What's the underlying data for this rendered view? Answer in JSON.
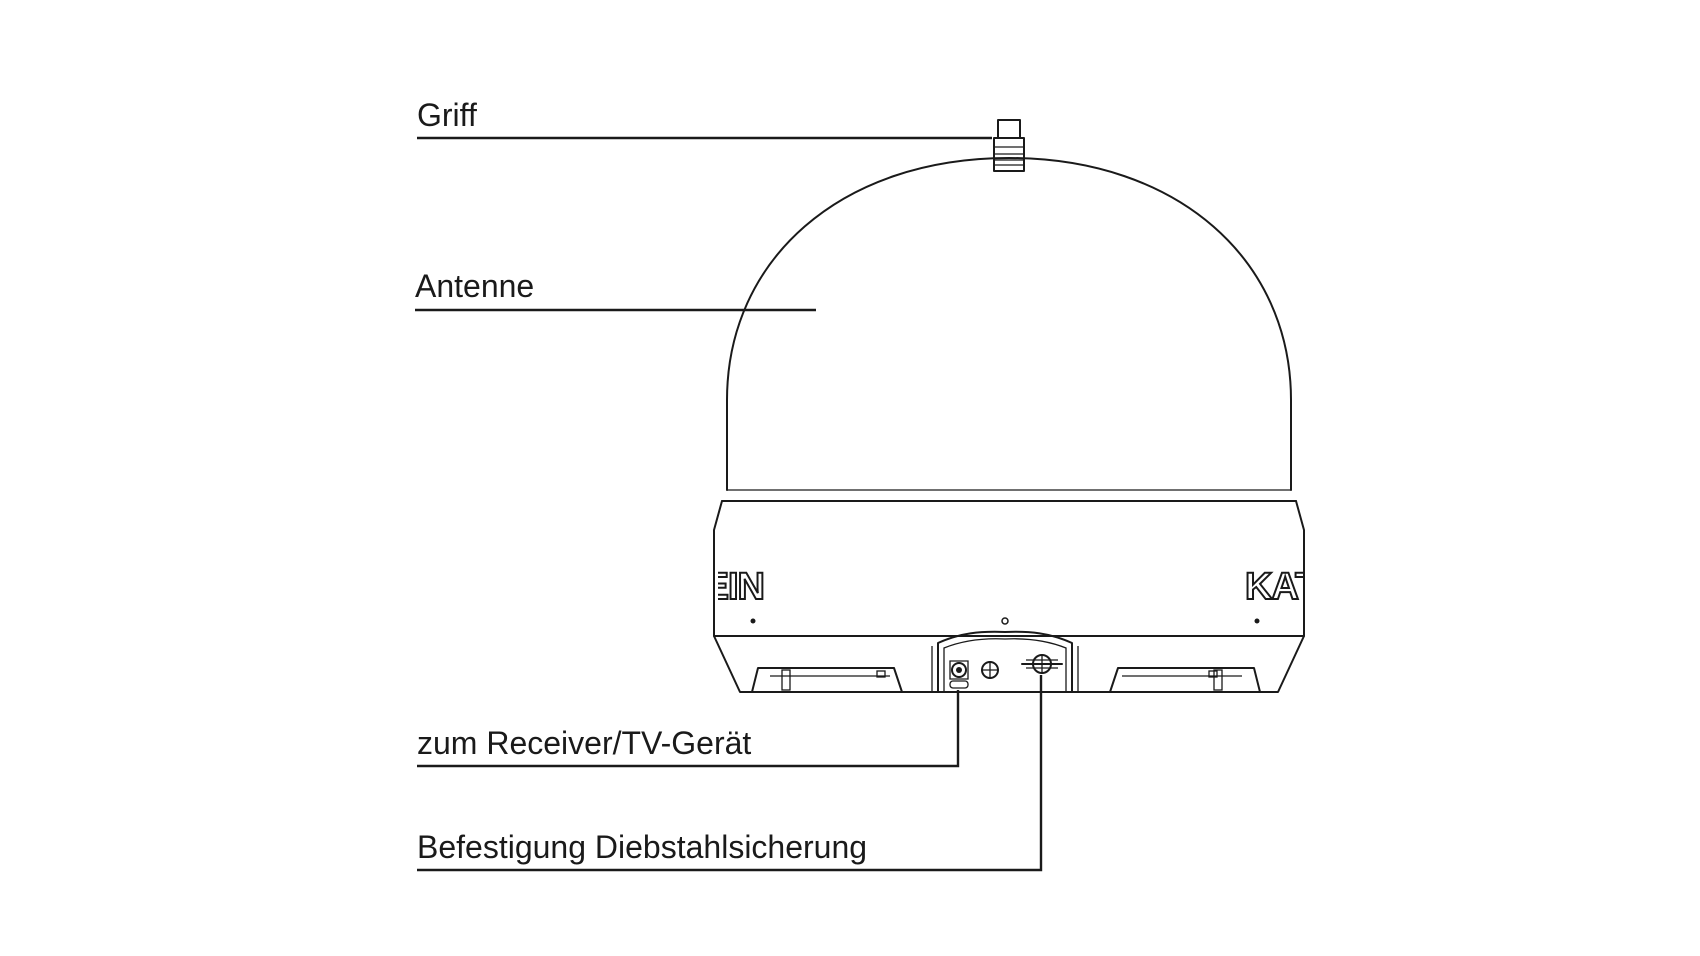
{
  "callouts": {
    "handle": "Griff",
    "antenna": "Antenne",
    "receiver": "zum Receiver/TV-Gerät",
    "theft_protection": "Befestigung Diebstahlsicherung"
  },
  "device": {
    "brand_left_fragment": "REIN",
    "brand_right_fragment": "KAT"
  },
  "colors": {
    "ink": "#1a1a1a",
    "background": "#ffffff"
  }
}
